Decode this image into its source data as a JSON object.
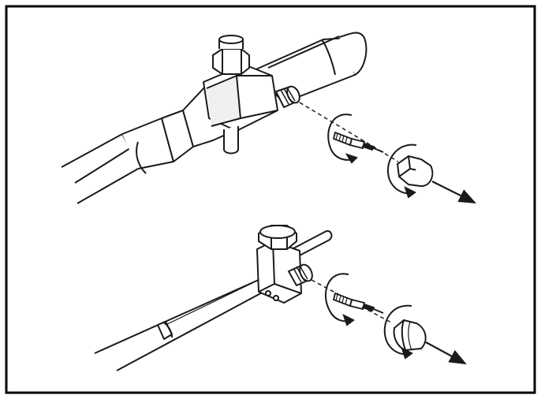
{
  "figure": {
    "panels": [
      {
        "component": "ball-valve",
        "parts": [
          "tube",
          "valve-body",
          "valve-stem-cap",
          "service-port",
          "valve-core",
          "port-cap"
        ],
        "removal_direction": "counter-clockwise"
      },
      {
        "component": "line-tap-valve",
        "parts": [
          "tube",
          "tap-body",
          "tap-stem-cap",
          "service-port",
          "valve-core",
          "port-cap"
        ],
        "removal_direction": "counter-clockwise"
      }
    ],
    "colors": {
      "line": "#1a1a1a",
      "fill": "#ffffff",
      "shade": "#d9d9d9",
      "border": "#000000"
    }
  }
}
